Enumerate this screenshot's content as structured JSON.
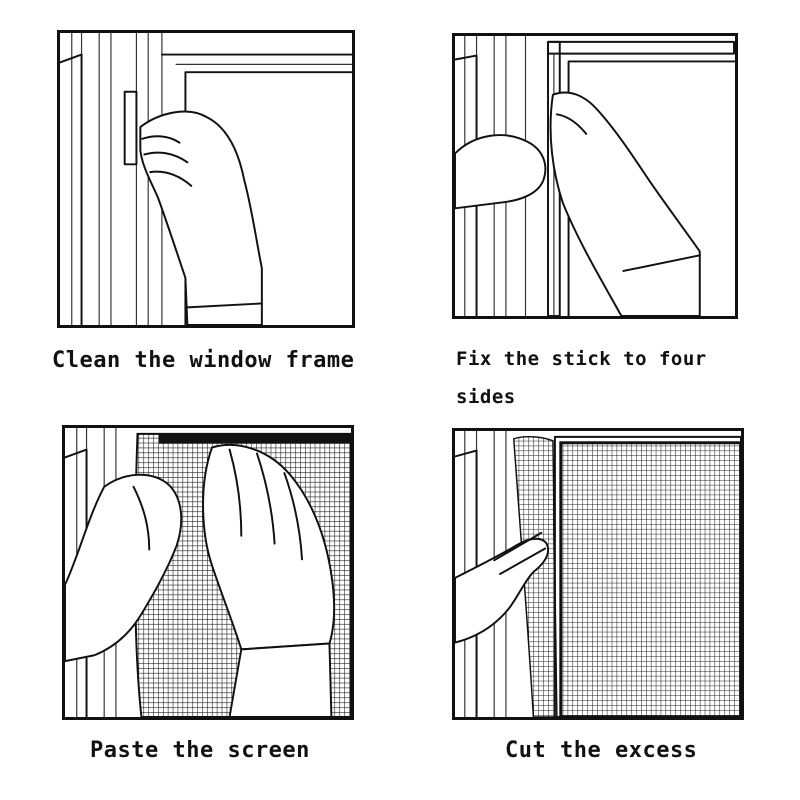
{
  "steps": [
    {
      "caption": "Clean the window frame"
    },
    {
      "caption": "Fix the stick to four sides"
    },
    {
      "caption": "Paste the screen"
    },
    {
      "caption": "Cut the excess"
    }
  ],
  "colors": {
    "ink": "#111111",
    "paper": "#ffffff"
  }
}
